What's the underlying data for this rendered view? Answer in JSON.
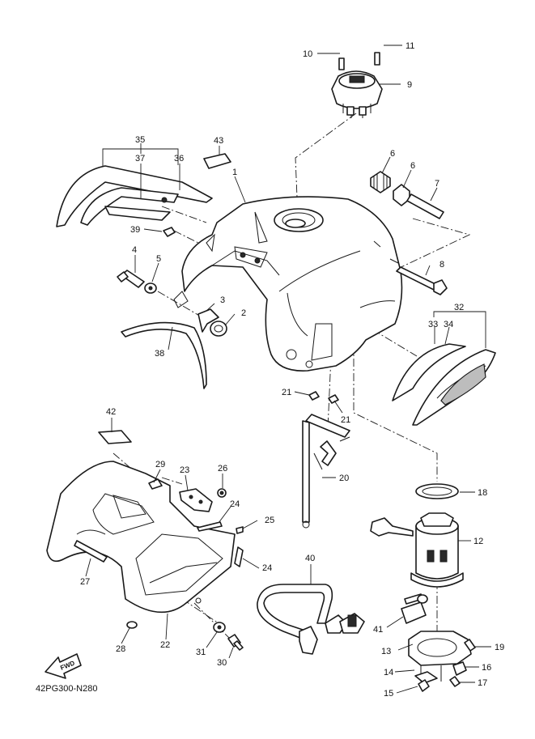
{
  "diagram": {
    "code": "42PG300-N280",
    "fwd_label": "FWD",
    "callouts": [
      {
        "id": "c10",
        "text": "10"
      },
      {
        "id": "c11",
        "text": "11"
      },
      {
        "id": "c9",
        "text": "9"
      },
      {
        "id": "c6a",
        "text": "6"
      },
      {
        "id": "c6b",
        "text": "6"
      },
      {
        "id": "c7",
        "text": "7"
      },
      {
        "id": "c35",
        "text": "35"
      },
      {
        "id": "c37",
        "text": "37"
      },
      {
        "id": "c36",
        "text": "36"
      },
      {
        "id": "c43",
        "text": "43"
      },
      {
        "id": "c1",
        "text": "1"
      },
      {
        "id": "c39",
        "text": "39"
      },
      {
        "id": "c4",
        "text": "4"
      },
      {
        "id": "c5",
        "text": "5"
      },
      {
        "id": "c8",
        "text": "8"
      },
      {
        "id": "c3",
        "text": "3"
      },
      {
        "id": "c2",
        "text": "2"
      },
      {
        "id": "c38",
        "text": "38"
      },
      {
        "id": "c32",
        "text": "32"
      },
      {
        "id": "c33",
        "text": "33"
      },
      {
        "id": "c34",
        "text": "34"
      },
      {
        "id": "c21a",
        "text": "21"
      },
      {
        "id": "c21b",
        "text": "21"
      },
      {
        "id": "c20",
        "text": "20"
      },
      {
        "id": "c42",
        "text": "42"
      },
      {
        "id": "c29",
        "text": "29"
      },
      {
        "id": "c23",
        "text": "23"
      },
      {
        "id": "c26",
        "text": "26"
      },
      {
        "id": "c24a",
        "text": "24"
      },
      {
        "id": "c25",
        "text": "25"
      },
      {
        "id": "c24b",
        "text": "24"
      },
      {
        "id": "c27",
        "text": "27"
      },
      {
        "id": "c18",
        "text": "18"
      },
      {
        "id": "c12",
        "text": "12"
      },
      {
        "id": "c40",
        "text": "40"
      },
      {
        "id": "c41",
        "text": "41"
      },
      {
        "id": "c28",
        "text": "28"
      },
      {
        "id": "c22",
        "text": "22"
      },
      {
        "id": "c31",
        "text": "31"
      },
      {
        "id": "c30",
        "text": "30"
      },
      {
        "id": "c13",
        "text": "13"
      },
      {
        "id": "c19",
        "text": "19"
      },
      {
        "id": "c14",
        "text": "14"
      },
      {
        "id": "c16",
        "text": "16"
      },
      {
        "id": "c15",
        "text": "15"
      },
      {
        "id": "c17",
        "text": "17"
      }
    ]
  }
}
